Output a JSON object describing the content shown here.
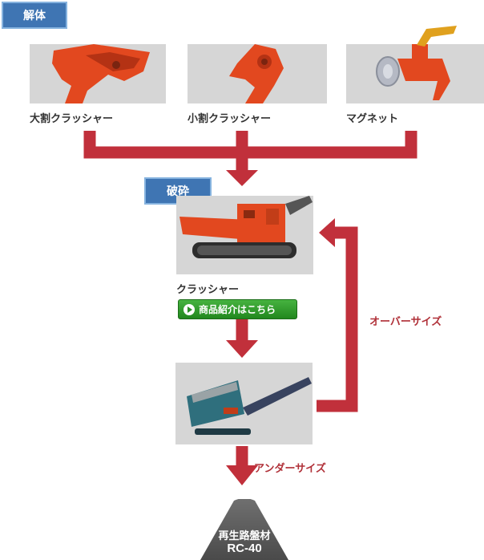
{
  "sections": {
    "demolition": "解体",
    "crushing": "破砕"
  },
  "attachments": [
    {
      "label": "大割クラッシャー",
      "icon": "large-crusher-attachment-icon"
    },
    {
      "label": "小割クラッシャー",
      "icon": "small-crusher-attachment-icon"
    },
    {
      "label": "マグネット",
      "icon": "magnet-attachment-icon"
    }
  ],
  "crusher": {
    "label": "クラッシャー",
    "button_label": "商品紹介はこちら"
  },
  "flow": {
    "oversize": "オーバーサイズ",
    "undersize": "アンダーサイズ"
  },
  "product": {
    "name": "再生路盤材",
    "code": "RC-40"
  },
  "colors": {
    "section_blue": "#3f75b3",
    "flow_arrow": "#c1303b",
    "machine_orange": "#e2481f",
    "screen_teal": "#2f6f7d",
    "button_green": "#2a8f25",
    "pile_gray": "#606060"
  }
}
